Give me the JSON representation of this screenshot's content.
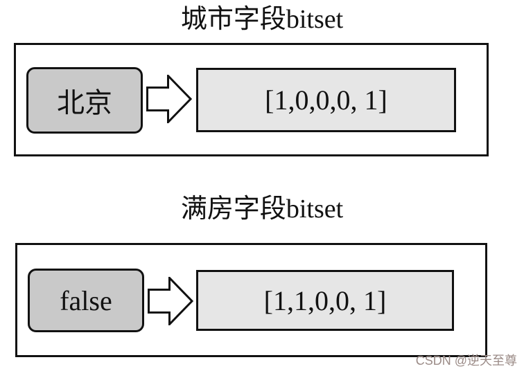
{
  "sections": [
    {
      "title": "城市字段bitset",
      "key": "北京",
      "bitset": "[1,0,0,0, 1]"
    },
    {
      "title": "满房字段bitset",
      "key": "false",
      "bitset": "[1,1,0,0, 1]"
    }
  ],
  "watermark": "CSDN @逆天至尊",
  "colors": {
    "key_box_fill": "#c9c9c9",
    "bitset_box_fill": "#e6e6e6",
    "border": "#111111",
    "watermark_color": "#9b8b87"
  }
}
